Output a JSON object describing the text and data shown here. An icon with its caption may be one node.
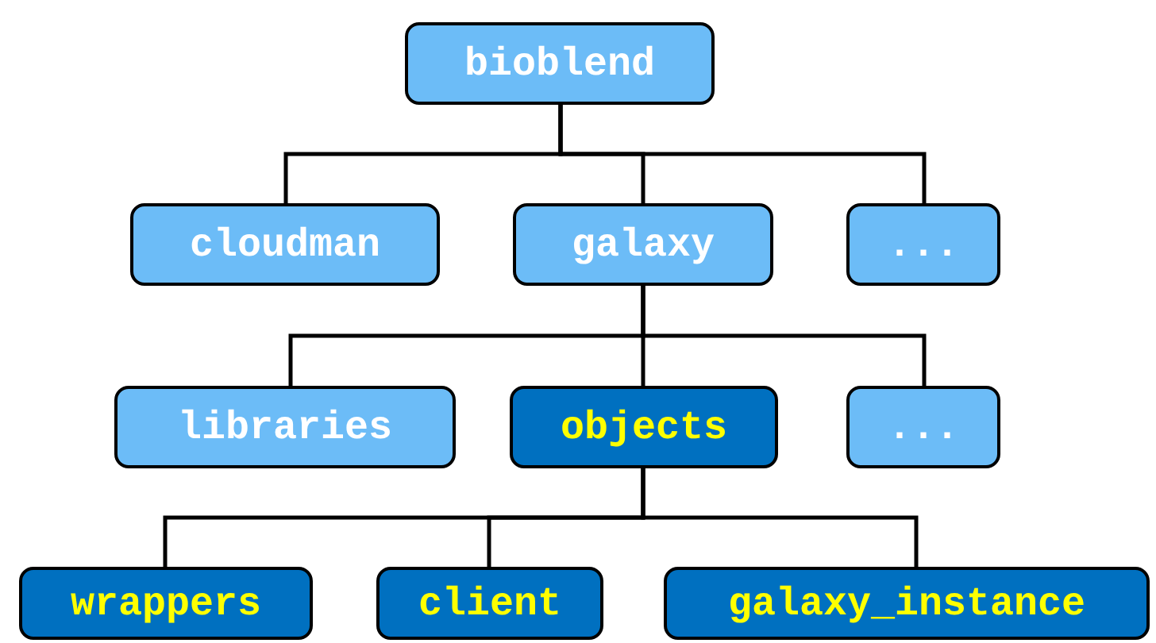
{
  "diagram": {
    "nodes": [
      {
        "text": [
          "bioblend"
        ]
      },
      {
        "text": [
          "cloudman"
        ]
      },
      {
        "text": [
          "galaxy"
        ]
      },
      {
        "text": [
          "..."
        ]
      },
      {
        "text": [
          "libraries"
        ]
      },
      {
        "text": [
          "objects"
        ]
      },
      {
        "text": [
          "..."
        ]
      },
      {
        "text": [
          "wrappers"
        ]
      },
      {
        "text": [
          "client"
        ]
      },
      {
        "text": [
          "galaxy_instance"
        ]
      }
    ],
    "edges": [
      {
        "from": 0,
        "to": 1,
        "arrow": "none"
      },
      {
        "from": 0,
        "to": 2,
        "arrow": "none"
      },
      {
        "from": 0,
        "to": 3,
        "arrow": "none"
      },
      {
        "from": 2,
        "to": 4,
        "arrow": "none"
      },
      {
        "from": 2,
        "to": 5,
        "arrow": "none"
      },
      {
        "from": 2,
        "to": 6,
        "arrow": "none"
      },
      {
        "from": 5,
        "to": 7,
        "arrow": "none"
      },
      {
        "from": 5,
        "to": 8,
        "arrow": "none"
      },
      {
        "from": 5,
        "to": 9,
        "arrow": "none"
      }
    ]
  }
}
